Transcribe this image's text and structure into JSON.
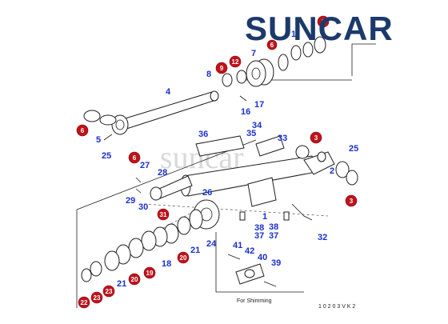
{
  "brand": {
    "logo_text": "SUNCAR",
    "color": "#1b3a6b",
    "accent": "#2aa7e0"
  },
  "labels": {
    "n1_top": "1",
    "n4": "4",
    "n5": "5",
    "n7": "7",
    "n8": "8",
    "n16": "16",
    "n17": "17",
    "n25_left": "25",
    "n36": "36",
    "n34": "34",
    "n35": "35",
    "n33": "33",
    "n25_right": "25",
    "n27": "27",
    "n28": "28",
    "n29": "29",
    "n30": "30",
    "n26": "26",
    "n2": "2",
    "n1_mid": "1",
    "n38a": "38",
    "n37a": "37",
    "n38b": "38",
    "n37b": "37",
    "n32": "32",
    "n24": "24",
    "n18": "18",
    "n21a": "21",
    "n21b": "21",
    "n41": "41",
    "n42": "42",
    "n40": "40",
    "n39": "39"
  },
  "badges": {
    "b3_top": "3",
    "b6_top": "6",
    "b9": "9",
    "b12": "12",
    "b6_left": "6",
    "b6_mid": "6",
    "b3_right": "3",
    "b3_far": "3",
    "b31": "31",
    "b20a": "20",
    "b19": "19",
    "b20b": "20",
    "b23a": "23",
    "b22": "22",
    "b23b": "23"
  },
  "notes": {
    "shimming": "For Shimming",
    "drawing_code": "1 0 2 0 3 V K 2"
  },
  "watermark": "suncar"
}
